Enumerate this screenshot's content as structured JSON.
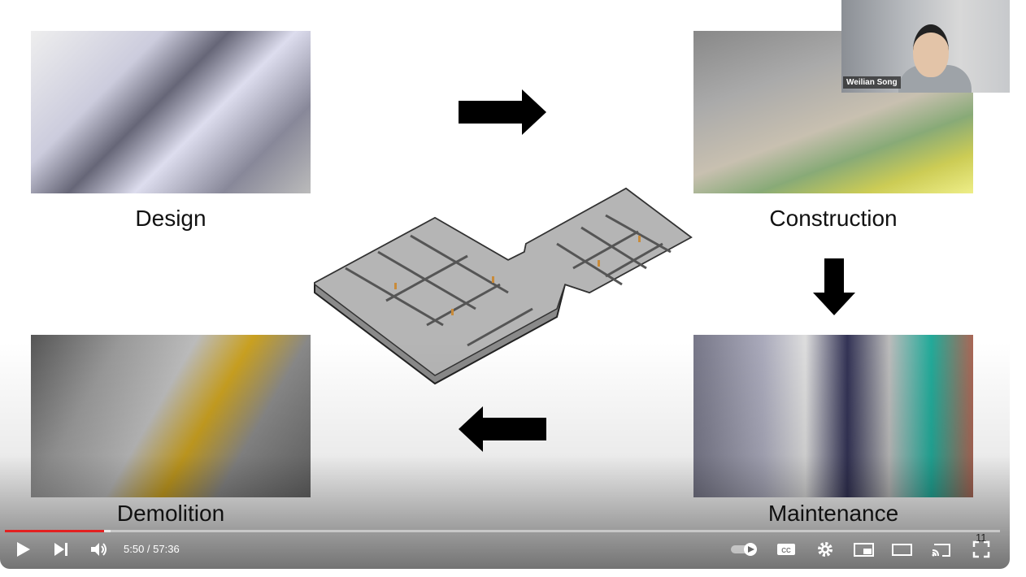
{
  "slide": {
    "labels": {
      "design": "Design",
      "construction": "Construction",
      "demolition": "Demolition",
      "maintenance": "Maintenance"
    },
    "page_number": "11"
  },
  "webcam": {
    "name": "Weilian Song"
  },
  "player": {
    "current_time": "5:50",
    "duration": "57:36",
    "time_display": "5:50 / 57:36",
    "progress_fraction": 0.1,
    "accent": "#e32020",
    "icons": [
      "play-icon",
      "next-icon",
      "volume-icon",
      "autoplay-toggle-icon",
      "captions-icon",
      "settings-icon",
      "miniplayer-icon",
      "theater-icon",
      "cast-icon",
      "fullscreen-icon"
    ]
  }
}
